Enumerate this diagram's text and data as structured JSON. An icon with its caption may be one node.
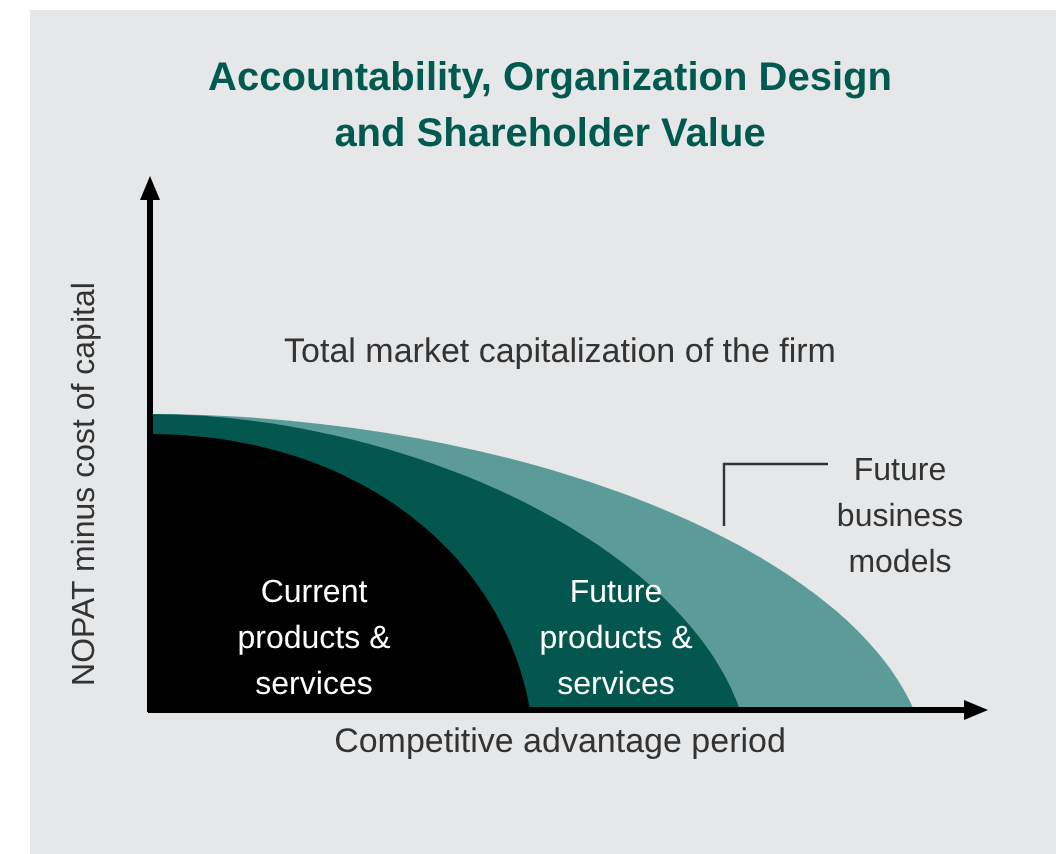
{
  "diagram": {
    "title": "Accountability, Organization Design and Shareholder Value",
    "nodes": [
      {
        "text": [
          "Current products & services"
        ],
        "in": 1
      },
      {
        "text": [
          "Future products & services"
        ],
        "in": 3
      },
      {
        "text": [
          "Future business models"
        ]
      },
      {
        "text": [],
        "shape": "area"
      }
    ],
    "edges": [
      {
        "from": 2,
        "to": 3,
        "arrow": "none"
      }
    ],
    "labels": [
      "NOPAT minus cost of capital",
      "Total market capitalization of the firm",
      "Competitive advantage period"
    ]
  }
}
